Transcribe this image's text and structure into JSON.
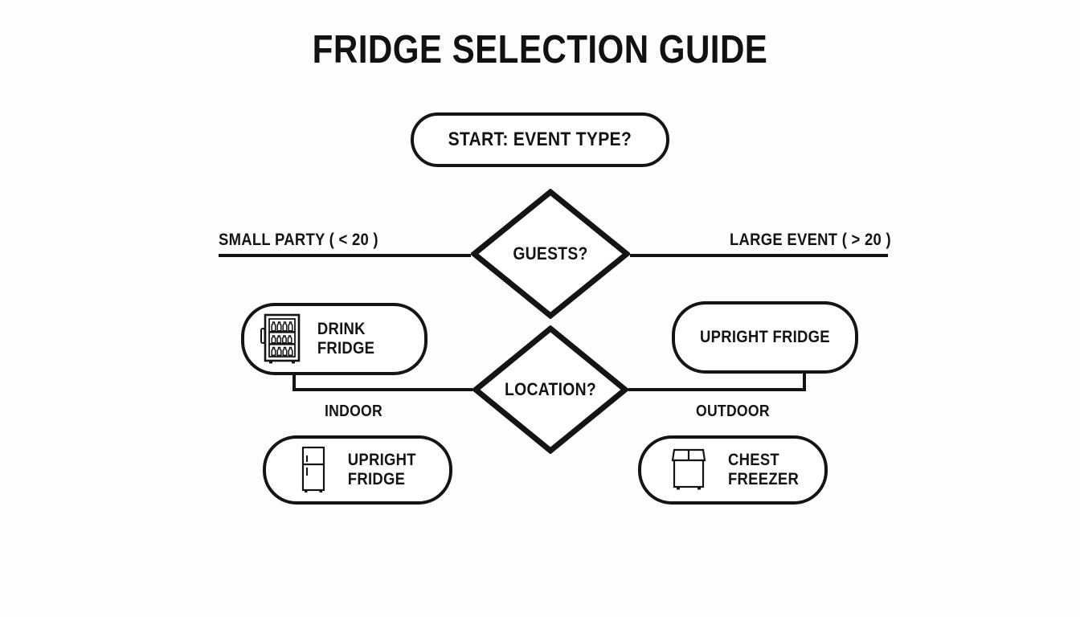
{
  "page": {
    "title": "FRIDGE SELECTION GUIDE",
    "background_color": "#fdfdfc",
    "stroke_color": "#141414"
  },
  "flowchart": {
    "start": {
      "label": "START: EVENT TYPE?",
      "shape": "rounded-pill"
    },
    "decisions": [
      {
        "id": "guests",
        "label": "GUESTS?",
        "shape": "diamond"
      },
      {
        "id": "location",
        "label": "LOCATION?",
        "shape": "diamond"
      }
    ],
    "edge_labels": {
      "guests_left": "SMALL PARTY ( < 20 )",
      "guests_right": "LARGE EVENT ( > 20 )",
      "location_left": "INDOOR",
      "location_right": "OUTDOOR"
    },
    "outcomes": [
      {
        "id": "drink-fridge",
        "label": "DRINK\nFRIDGE",
        "icon": "drink-fridge-icon",
        "position": "left-upper"
      },
      {
        "id": "upright-fridge-large",
        "label": "UPRIGHT FRIDGE",
        "icon": null,
        "position": "right-upper"
      },
      {
        "id": "upright-fridge-indoor",
        "label": "UPRIGHT\nFRIDGE",
        "icon": "upright-fridge-icon",
        "position": "left-lower"
      },
      {
        "id": "chest-freezer-outdoor",
        "label": "CHEST\nFREEZER",
        "icon": "chest-freezer-icon",
        "position": "right-lower"
      }
    ]
  }
}
